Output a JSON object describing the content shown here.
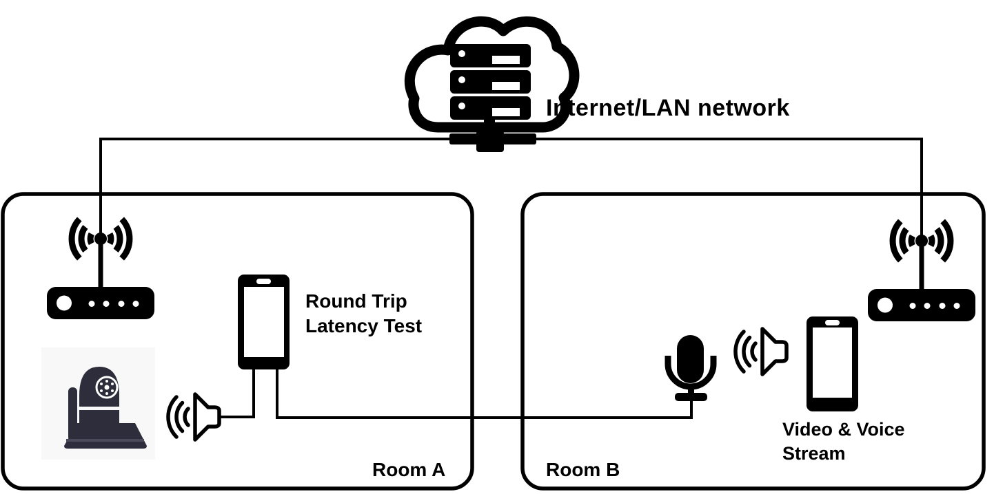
{
  "internet": {
    "label": "Internet/LAN network"
  },
  "room_a": {
    "label": "Room A",
    "phone_caption": {
      "line1": "Round Trip",
      "line2": "Latency Test"
    }
  },
  "room_b": {
    "label": "Room B",
    "phone_caption": {
      "line1": "Video & Voice",
      "line2": "Stream"
    }
  },
  "icons": {
    "cloud": "cloud-icon",
    "server": "server-stack-icon",
    "switch": "network-switch-icon",
    "router_a": "wifi-router-icon",
    "router_b": "wifi-router-icon",
    "camera": "ip-camera-icon",
    "phone_a": "smartphone-icon",
    "phone_b": "smartphone-icon",
    "speaker_a": "speaker-icon",
    "speaker_b": "speaker-icon",
    "microphone": "microphone-icon"
  },
  "colors": {
    "ink": "#000000",
    "background": "#ffffff",
    "camera_ink": "#2d2d3b",
    "camera_bg": "#f8f8f8"
  }
}
